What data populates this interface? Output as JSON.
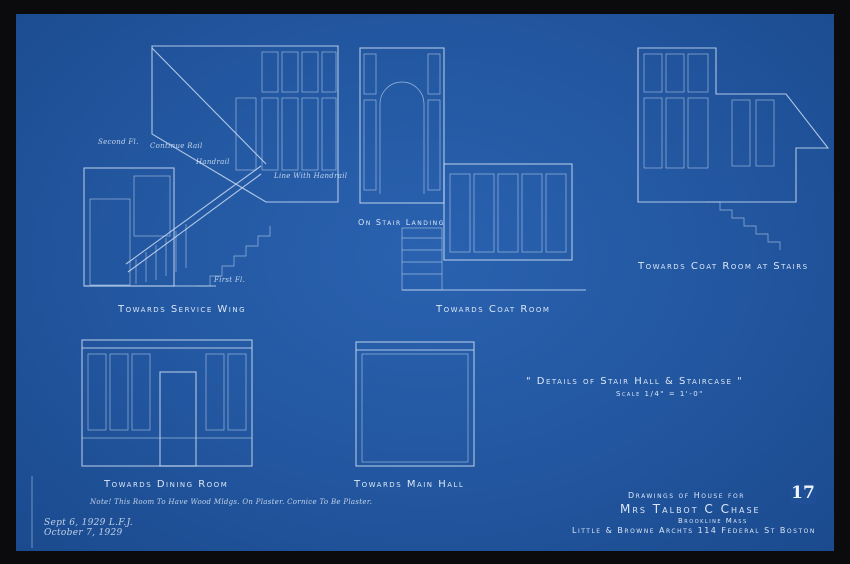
{
  "title": {
    "main": "\" Details of Stair Hall & Staircase \"",
    "scale": "Scale 1/4\" = 1'-0\""
  },
  "views": {
    "service_wing": "Towards Service Wing",
    "coat_room": "Towards Coat Room",
    "coat_room_stairs": "Towards Coat Room at Stairs",
    "dining_room": "Towards Dining Room",
    "main_hall": "Towards Main Hall"
  },
  "annotations": {
    "second_floor": "Second Fl.",
    "continue_rail": "Continue Rail",
    "handrail": "Handrail",
    "line_with_handrail": "Line With Handrail",
    "first_floor": "First Fl.",
    "stair_landing": "On Stair Landing",
    "note": "Note! This Room To Have Wood Mldgs. On Plaster. Cornice To Be Plaster."
  },
  "dates": {
    "line1": "Sept 6, 1929  L.F.J.",
    "line2": "October 7, 1929"
  },
  "title_block": {
    "sheet_number": "17",
    "line1": "Drawings of House for",
    "client": "Mrs Talbot C Chase",
    "location": "Brookline Mass",
    "architects": "Little & Browne Archts  114 Federal St  Boston"
  }
}
